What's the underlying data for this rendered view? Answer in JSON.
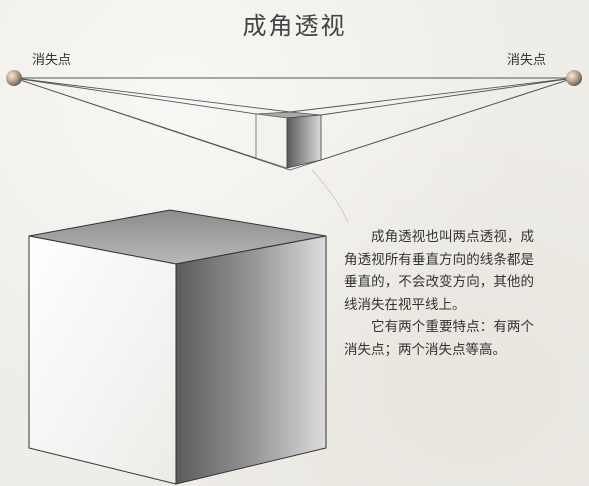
{
  "title": "成角透视",
  "vanishing_point_left_label": "消失点",
  "vanishing_point_right_label": "消失点",
  "description": {
    "paragraph1": "成角透视也叫两点透视，成角透视所有垂直方向的线条都是垂直的，不会改变方向，其他的线消失在视平线上。",
    "paragraph2": "它有两个重要特点：有两个消失点；两个消失点等高。"
  }
}
